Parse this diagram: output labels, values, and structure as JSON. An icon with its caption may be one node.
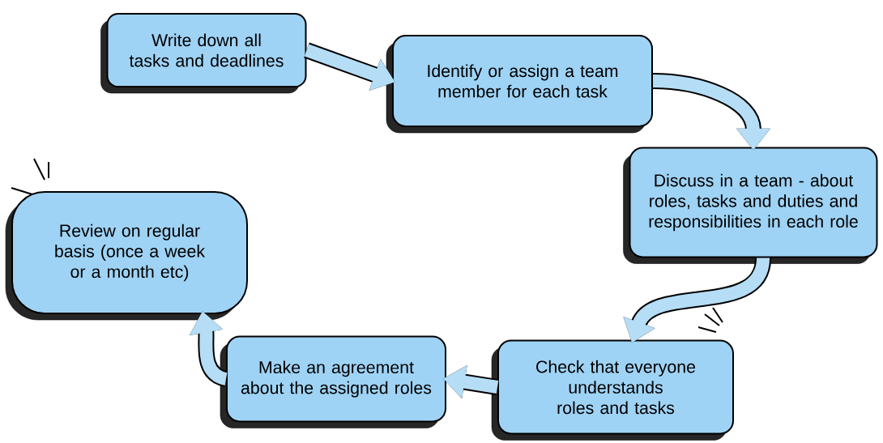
{
  "diagram": {
    "nodes": [
      {
        "text": [
          "Write down all tasks and deadlines"
        ]
      },
      {
        "text": [
          "Identify or assign a team member for each task"
        ]
      },
      {
        "text": [
          "Discuss in a team - about roles, tasks and duties and responsibilities in each role"
        ]
      },
      {
        "text": [
          "Check that everyone understands roles and tasks"
        ]
      },
      {
        "text": [
          "Make an agreement about the assigned roles"
        ]
      },
      {
        "text": [
          "Review on regular basis (once a week or a month etc)"
        ]
      }
    ],
    "edges": [
      {
        "from": 0,
        "to": 1,
        "arrow": "to"
      },
      {
        "from": 1,
        "to": 2,
        "arrow": "to"
      },
      {
        "from": 2,
        "to": 3,
        "arrow": "to"
      },
      {
        "from": 3,
        "to": 4,
        "arrow": "to"
      },
      {
        "from": 4,
        "to": 5,
        "arrow": "to"
      }
    ]
  }
}
